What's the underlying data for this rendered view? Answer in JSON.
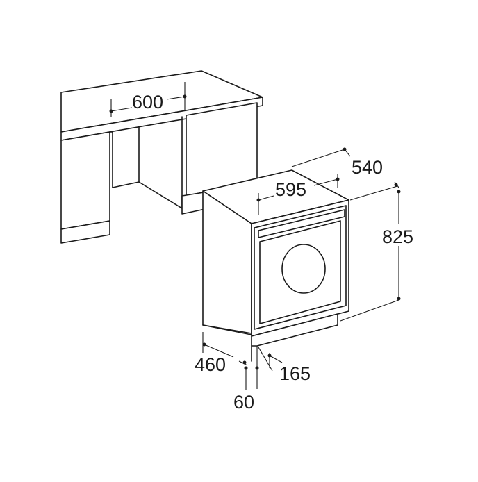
{
  "dimensions": {
    "niche_width": "600",
    "appliance_width": "595",
    "appliance_depth": "540",
    "appliance_height": "825",
    "niche_depth": "460",
    "plinth_depth": "60",
    "plinth_height": "165"
  }
}
